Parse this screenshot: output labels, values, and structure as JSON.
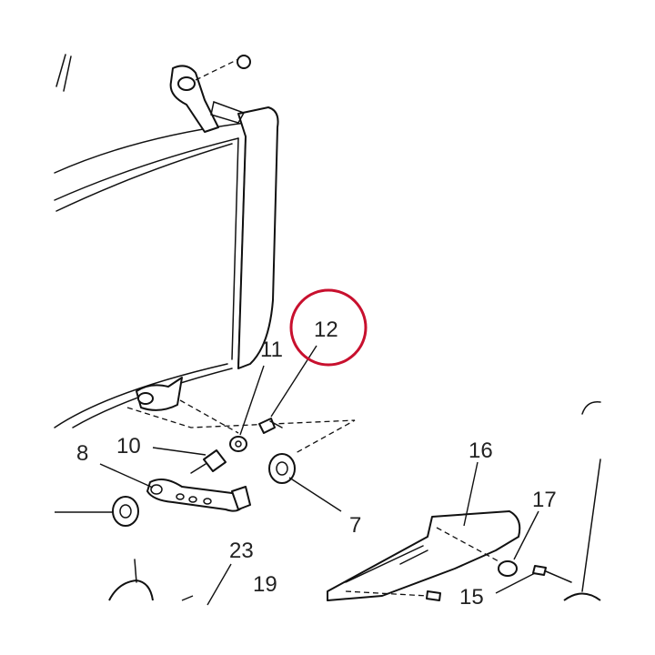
{
  "colors": {
    "highlight": "#c8102e",
    "ink": "#111111"
  },
  "callouts": {
    "c7": "7",
    "c8": "8",
    "c10": "10",
    "c11": "11",
    "c12": "12",
    "c15": "15",
    "c16": "16",
    "c17": "17",
    "c19": "19",
    "c23": "23"
  },
  "highlighted_callout": "12"
}
